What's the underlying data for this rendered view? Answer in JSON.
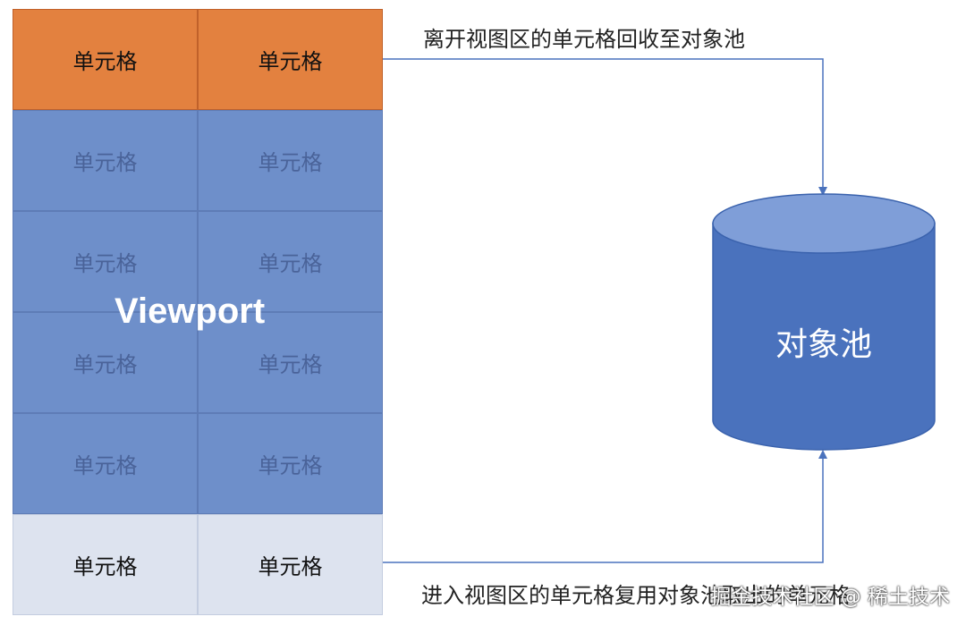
{
  "grid": {
    "rows": [
      [
        "单元格",
        "单元格"
      ],
      [
        "单元格",
        "单元格"
      ],
      [
        "单元格",
        "单元格"
      ],
      [
        "单元格",
        "单元格"
      ],
      [
        "单元格",
        "单元格"
      ],
      [
        "单元格",
        "单元格"
      ]
    ],
    "viewport_label": "Viewport"
  },
  "pool": {
    "label": "对象池"
  },
  "captions": {
    "recycle": "离开视图区的单元格回收至对象池",
    "reuse": "进入视图区的单元格复用对象池取出的单元格"
  },
  "watermark": "掘金技术社区 @ 稀土技术",
  "colors": {
    "exiting_cell": "#e3813f",
    "viewport_cell": "#6e8fca",
    "entering_cell": "#dde3ef",
    "pool": "#4a72bd",
    "arrow": "#4a72bd"
  }
}
